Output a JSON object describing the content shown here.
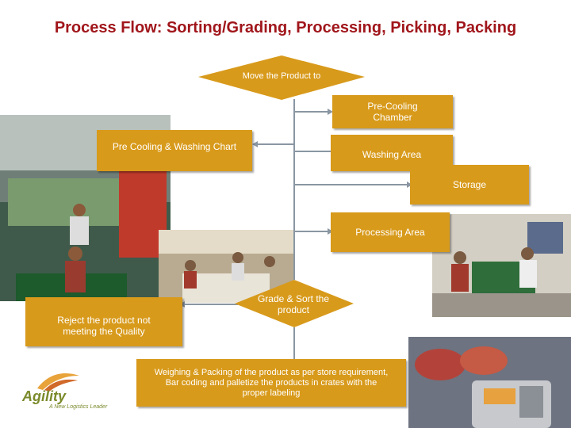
{
  "title": "Process Flow: Sorting/Grading, Processing, Picking, Packing",
  "steps": {
    "move": "Move the Product to",
    "precooling_chamber": "Pre-Cooling Chamber",
    "precooling_washing_chart": "Pre Cooling & Washing Chart",
    "washing_area": "Washing Area",
    "storage": "Storage",
    "processing_area": "Processing Area",
    "grade_sort": "Grade & Sort the product",
    "reject": "Reject the product not meeting the Quality",
    "weighing_packing": "Weighing & Packing of the product as per store requirement, Bar coding and palletize the products in crates with the proper labeling"
  },
  "logo": {
    "name": "Agility",
    "tagline": "A New Logistics Leader"
  },
  "colors": {
    "title": "#a0161b",
    "box": "#d89a1b",
    "connector": "#8a96a2"
  }
}
